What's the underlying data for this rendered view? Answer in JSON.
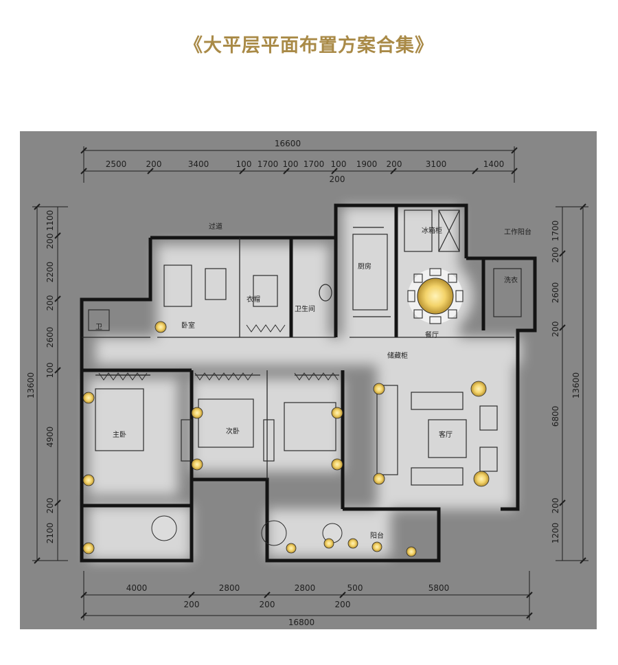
{
  "title": "《大平层平面布置方案合集》",
  "colors": {
    "title": "#a98a47",
    "background": "#878787",
    "wall": "#141414",
    "glow": "#ffffff",
    "lamp": "#f3d36a"
  },
  "dimensions": {
    "top_total": "16600",
    "top_segments": [
      "2500",
      "200",
      "3400",
      "100",
      "1700",
      "100",
      "1700",
      "100",
      "1900",
      "200",
      "3100",
      "1400"
    ],
    "top_sub": "200",
    "bottom_total": "16800",
    "bottom_segments": [
      "4000",
      "2800",
      "2800",
      "500",
      "5800"
    ],
    "bottom_sub": [
      "200",
      "200",
      "200"
    ],
    "left_total": "13600",
    "left_segments": [
      "1100",
      "200",
      "2200",
      "200",
      "2600",
      "100",
      "4900",
      "200",
      "2100"
    ],
    "right_total": "13600",
    "right_segments": [
      "1700",
      "200",
      "2600",
      "200",
      "6800",
      "200",
      "1200"
    ]
  },
  "annotations": {
    "a1": "过道",
    "a2": "卧室",
    "a3": "衣帽",
    "a4": "卫生间",
    "a5": "厨房",
    "a6": "冰箱柜",
    "a7": "工作阳台",
    "a8": "洗衣",
    "a9": "餐厅",
    "a10": "卫",
    "a11": "主卧",
    "a12": "次卧",
    "a13": "客厅",
    "a14": "阳台",
    "a15": "储藏柜"
  }
}
